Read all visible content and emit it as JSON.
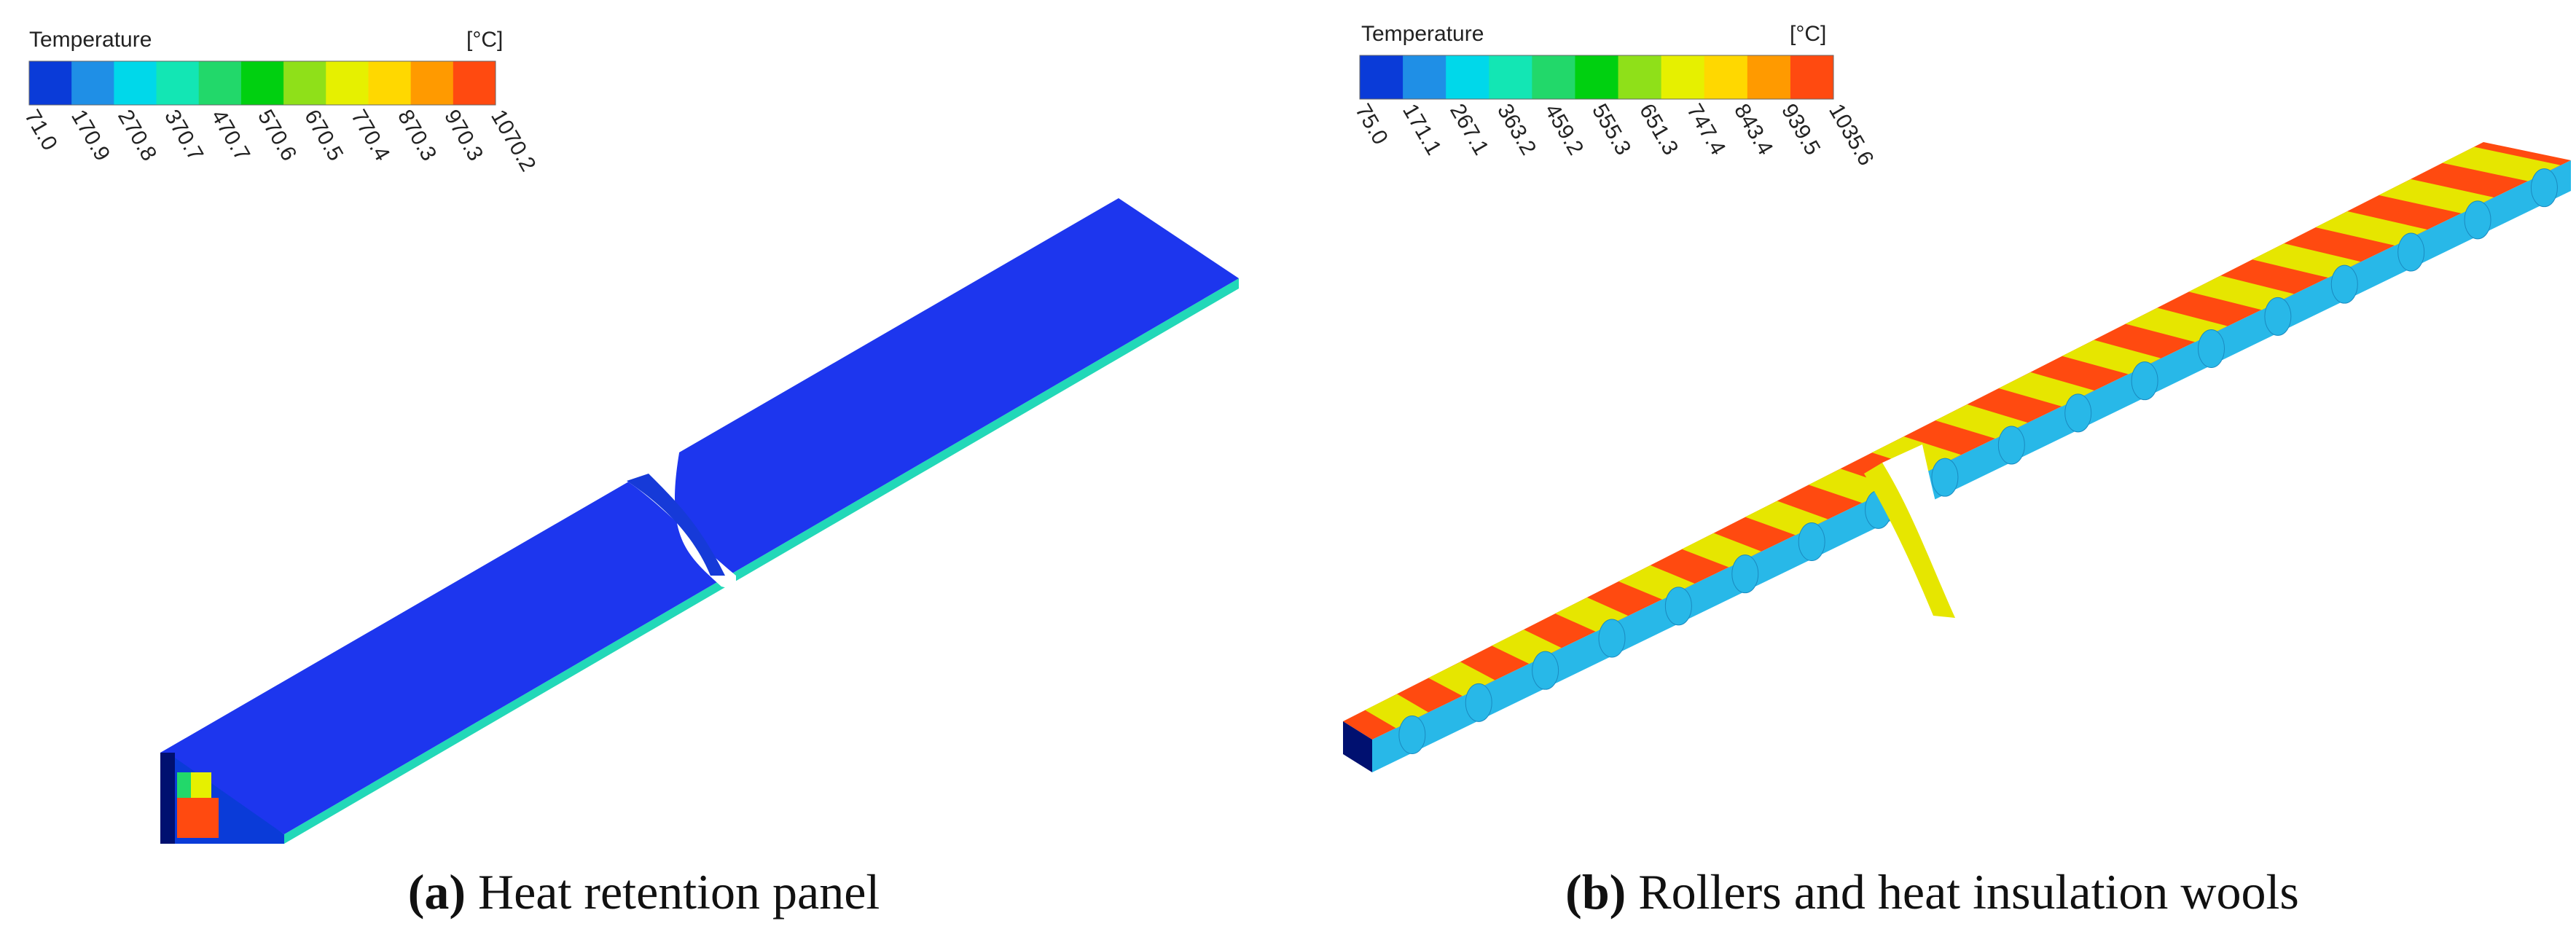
{
  "colormap": [
    "#0a3bd8",
    "#1f8fe6",
    "#00d8ea",
    "#13e6b4",
    "#22d86a",
    "#00d010",
    "#8fe019",
    "#e6f000",
    "#ffd800",
    "#ff9a00",
    "#ff4a10"
  ],
  "panels": [
    {
      "id": "a",
      "legend": {
        "title": "Temperature",
        "unit": "[°C]",
        "ticks": [
          "71.0",
          "170.9",
          "270.8",
          "370.7",
          "470.7",
          "570.6",
          "670.5",
          "770.4",
          "870.3",
          "970.3",
          "1070.2"
        ]
      },
      "caption": {
        "label": "(a)",
        "text": "Heat retention panel"
      },
      "surface_colors": {
        "top": "#1d36ee",
        "edge": "#22d8b8",
        "front": "#001070",
        "hot": "#ff4a10"
      }
    },
    {
      "id": "b",
      "legend": {
        "title": "Temperature",
        "unit": "[°C]",
        "ticks": [
          "75.0",
          "171.1",
          "267.1",
          "363.2",
          "459.2",
          "555.3",
          "651.3",
          "747.4",
          "843.4",
          "939.5",
          "1035.6"
        ]
      },
      "caption": {
        "label": "(b)",
        "text": "Rollers and heat insulation wools"
      },
      "surface_colors": {
        "wool": "#ff4a10",
        "roller": "#e6e600",
        "base": "#28b8e8",
        "front": "#001070"
      }
    }
  ]
}
